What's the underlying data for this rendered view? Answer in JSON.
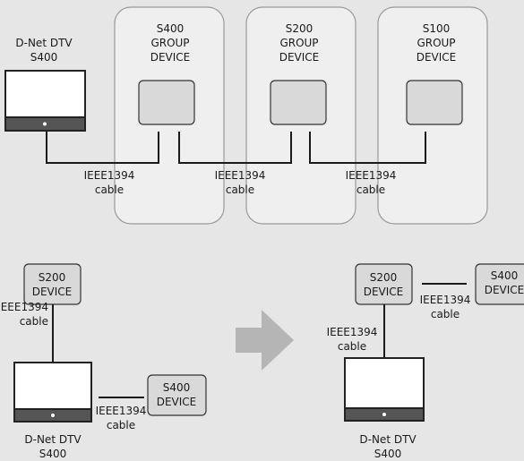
{
  "top": {
    "tv_label": "D-Net DTV\nS400",
    "groups": [
      {
        "label": "S400\nGROUP\nDEVICE"
      },
      {
        "label": "S200\nGROUP\nDEVICE"
      },
      {
        "label": "S100\nGROUP\nDEVICE"
      }
    ],
    "cables": [
      "IEEE1394\ncable",
      "IEEE1394\ncable",
      "IEEE1394\ncable"
    ]
  },
  "bottom_left": {
    "s200": "S200\nDEVICE",
    "cable_s200": "IEEE1394\ncable",
    "s400": "S400\nDEVICE",
    "cable_s400": "IEEE1394\ncable",
    "tv_label": "D-Net DTV\nS400"
  },
  "bottom_right": {
    "s200": "S200\nDEVICE",
    "cable_s400": "IEEE1394\ncable",
    "s400": "S400\nDEVICE",
    "cable_tv": "IEEE1394\ncable",
    "tv_label": "D-Net DTV\nS400"
  },
  "colors": {
    "background": "#e6e6e6",
    "group_panel": "#efefef",
    "device_fill": "#d9d9d9",
    "arrow": "#b5b5b5",
    "line": "#1a1a1a"
  }
}
